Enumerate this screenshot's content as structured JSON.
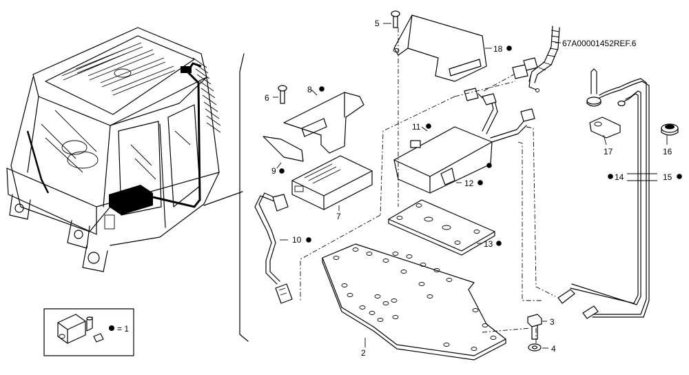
{
  "callouts": {
    "c1": "1",
    "c2": "2",
    "c3": "3",
    "c4": "4",
    "c5": "5",
    "c6": "6",
    "c7": "7",
    "c8": "8",
    "c9": "9",
    "c10": "10",
    "c11": "11",
    "c12": "12",
    "c13": "13",
    "c14": "14",
    "c15": "15",
    "c16": "16",
    "c17": "17",
    "c18": "18"
  },
  "reference": "67A00001452REF.6",
  "legend": {
    "equals": "= 1"
  }
}
